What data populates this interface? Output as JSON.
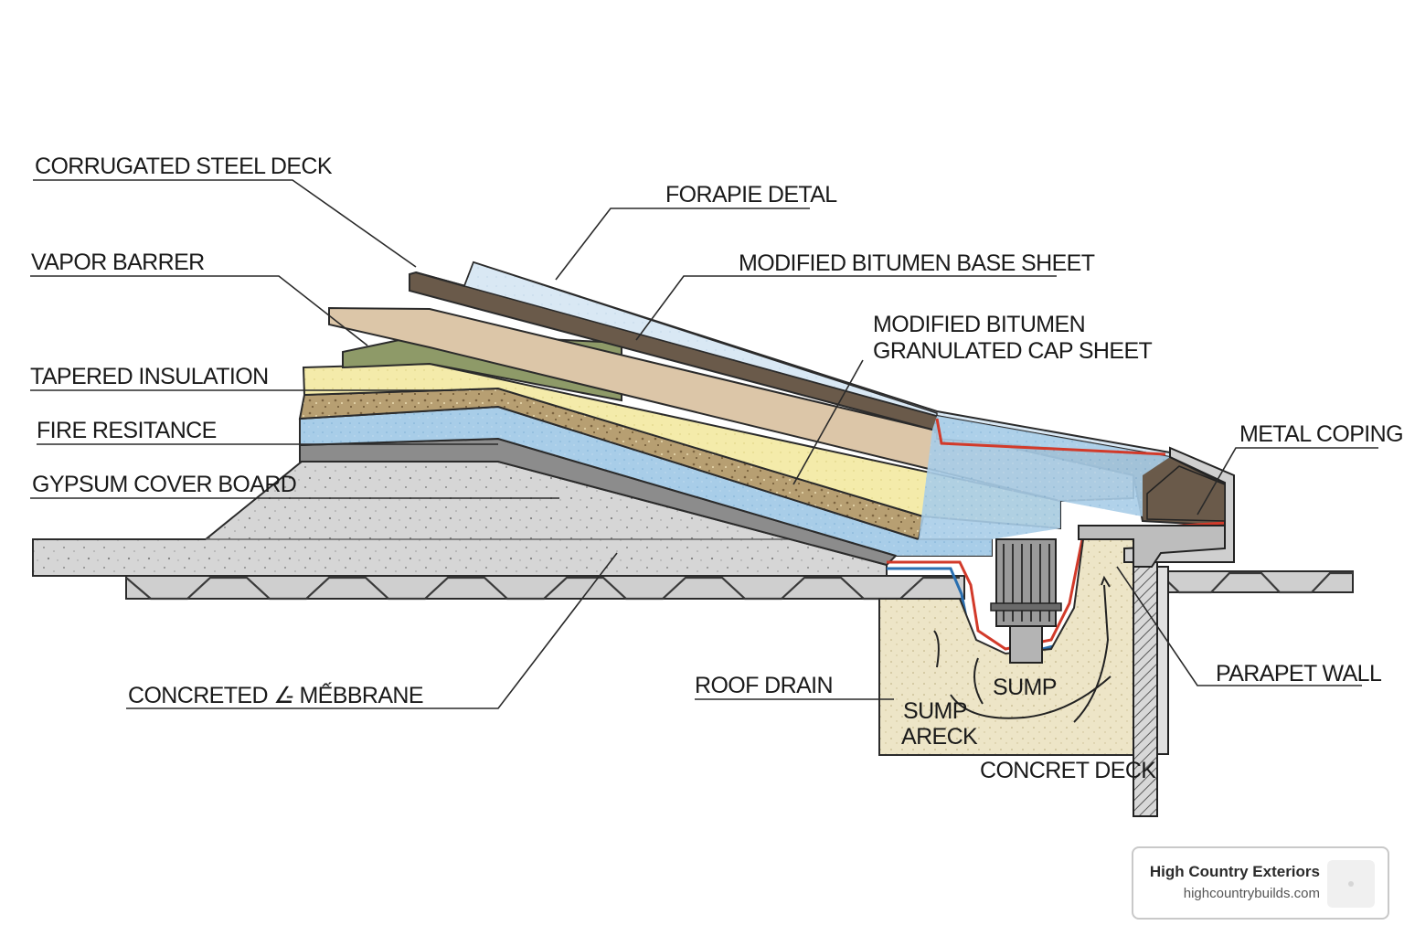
{
  "diagram": {
    "labels": {
      "corrugated_steel_deck": "CORRUGATED STEEL DECK",
      "forapie_detal": "FORAPIE DETAL",
      "vapor_barrer": "VAPOR BARRER",
      "modified_bitumen_base_sheet": "MODIFIED BITUMEN BASE SHEET",
      "cap_sheet_line1": "MODIFIED BITUMEN",
      "cap_sheet_line2": "GRANULATED CAP SHEET",
      "tapered_insulation": "TAPERED INSULATION",
      "fire_resitance": "FIRE RESITANCE",
      "metal_coping": "METAL COPING",
      "gypsum_cover_board": "GYPSUM COVER BOARD",
      "parapet_wall": "PARAPET WALL",
      "roof_drain": "ROOF DRAIN",
      "sump": "SUMP",
      "sump_areck_line1": "SUMP",
      "sump_areck_line2": "ARECK",
      "concreted_membrane": "CONCRETED ∠̵ MẾBBRANE",
      "concret_deck": "CONCRET DECK"
    },
    "colors": {
      "concrete": "#d9d9d9",
      "steel_deck": "#6f6f6f",
      "blue_layer": "#a9cfea",
      "yellow_layer": "#f3eaa2",
      "aggregate_layer": "#b8a27a",
      "green_layer": "#8e9a68",
      "tan_layer": "#dcc6a8",
      "dark_sheet": "#6a5a4a",
      "light_blue_top": "#d6e6f3",
      "red_flashing": "#d23a2a",
      "sump_fill": "#ece4c6"
    }
  },
  "brand": {
    "name": "High Country Exteriors",
    "url": "highcountrybuilds.com",
    "logo_icon": "logo-placeholder-icon"
  }
}
